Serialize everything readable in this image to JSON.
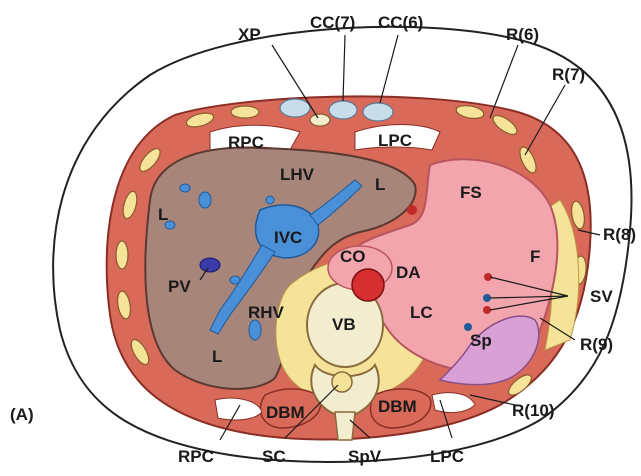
{
  "figure": {
    "panel_label": "(A)",
    "labels": {
      "xp": "XP",
      "cc7": "CC(7)",
      "cc6": "CC(6)",
      "r6": "R(6)",
      "r7": "R(7)",
      "r8": "R(8)",
      "r9": "R(9)",
      "r10": "R(10)",
      "sv_right": "SV",
      "rpc_top": "RPC",
      "lpc_top": "LPC",
      "lhv": "LHV",
      "l_upper_right": "L",
      "l_left": "L",
      "l_bottom": "L",
      "fs": "FS",
      "f": "F",
      "ivc": "IVC",
      "co": "CO",
      "da": "DA",
      "lc": "LC",
      "pv": "PV",
      "rhv": "RHV",
      "vb": "VB",
      "sp": "Sp",
      "dbm_left": "DBM",
      "dbm_right": "DBM",
      "rpc_bottom": "RPC",
      "sc": "SC",
      "spv": "SpV",
      "lpc_bottom": "LPC"
    },
    "colors": {
      "liver": "#a8857a",
      "vessel_blue": "#4a90d9",
      "stomach": "#f2a5ad",
      "body_wall": "#d96a5a",
      "fat": "#f5e39a",
      "bone": "#f3edd0",
      "spleen": "#d9a0d6",
      "aorta": "#d62f2f",
      "cartilage": "#c8dcea"
    }
  }
}
